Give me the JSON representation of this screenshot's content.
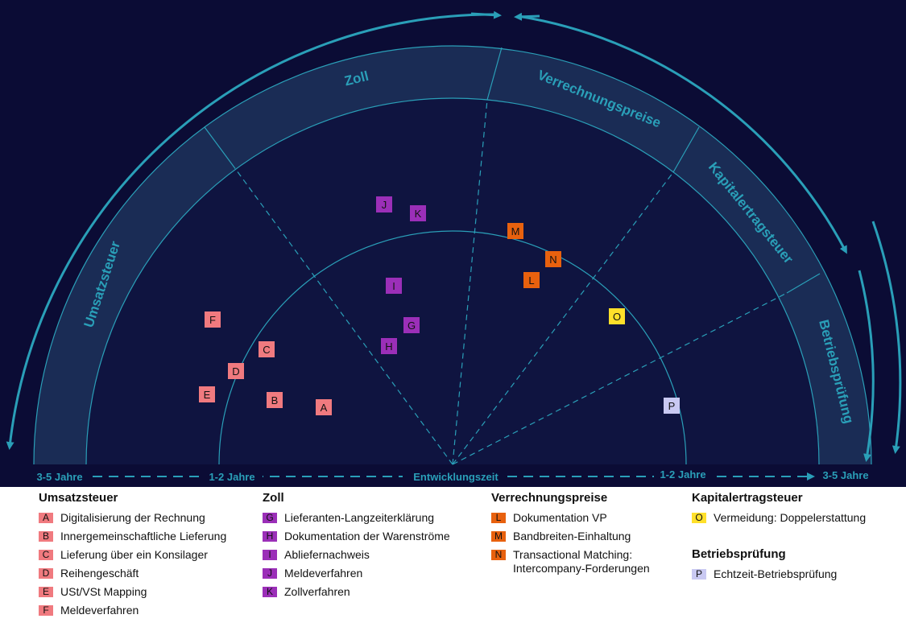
{
  "sectors": [
    {
      "key": "umsatzsteuer",
      "label": "Umsatzsteuer"
    },
    {
      "key": "zoll",
      "label": "Zoll"
    },
    {
      "key": "verrechnungspreise",
      "label": "Verrechnungspreise"
    },
    {
      "key": "kapitalertragsteuer",
      "label": "Kapitalertragsteuer"
    },
    {
      "key": "betriebspruefung",
      "label": "Betriebsprüfung"
    }
  ],
  "axis": {
    "left_outer": "3-5 Jahre",
    "left_inner": "1-2 Jahre",
    "center": "Entwicklungszeit",
    "right_inner": "1-2 Jahre",
    "right_outer": "3-5 Jahre"
  },
  "colors": {
    "background": "#0b0c35",
    "accent": "#2a9fb8",
    "umsatzsteuer": "#f07a7f",
    "zoll": "#9b2fb8",
    "verrechnungspreise": "#e8610e",
    "kapitalertragsteuer": "#ffe02a",
    "betriebspruefung": "#c9c9f2"
  },
  "items": [
    {
      "id": "A",
      "group": "umsatzsteuer",
      "label": "Digitalisierung der Rechnung"
    },
    {
      "id": "B",
      "group": "umsatzsteuer",
      "label": "Innergemeinschaftliche Lieferung"
    },
    {
      "id": "C",
      "group": "umsatzsteuer",
      "label": "Lieferung über ein Konsilager"
    },
    {
      "id": "D",
      "group": "umsatzsteuer",
      "label": "Reihengeschäft"
    },
    {
      "id": "E",
      "group": "umsatzsteuer",
      "label": "USt/VSt Mapping"
    },
    {
      "id": "F",
      "group": "umsatzsteuer",
      "label": "Meldeverfahren"
    },
    {
      "id": "G",
      "group": "zoll",
      "label": "Lieferanten-Langzeiterklärung"
    },
    {
      "id": "H",
      "group": "zoll",
      "label": "Dokumentation der Warenströme"
    },
    {
      "id": "I",
      "group": "zoll",
      "label": "Abliefernachweis"
    },
    {
      "id": "J",
      "group": "zoll",
      "label": "Meldeverfahren"
    },
    {
      "id": "K",
      "group": "zoll",
      "label": "Zollverfahren"
    },
    {
      "id": "L",
      "group": "verrechnungspreise",
      "label": "Dokumentation VP"
    },
    {
      "id": "M",
      "group": "verrechnungspreise",
      "label": "Bandbreiten-Einhaltung"
    },
    {
      "id": "N",
      "group": "verrechnungspreise",
      "label": "Transactional Matching:\nIntercompany-Forderungen"
    },
    {
      "id": "O",
      "group": "kapitalertragsteuer",
      "label": "Vermeidung: Doppelerstattung"
    },
    {
      "id": "P",
      "group": "betriebspruefung",
      "label": "Echtzeit-Betriebsprüfung"
    }
  ]
}
